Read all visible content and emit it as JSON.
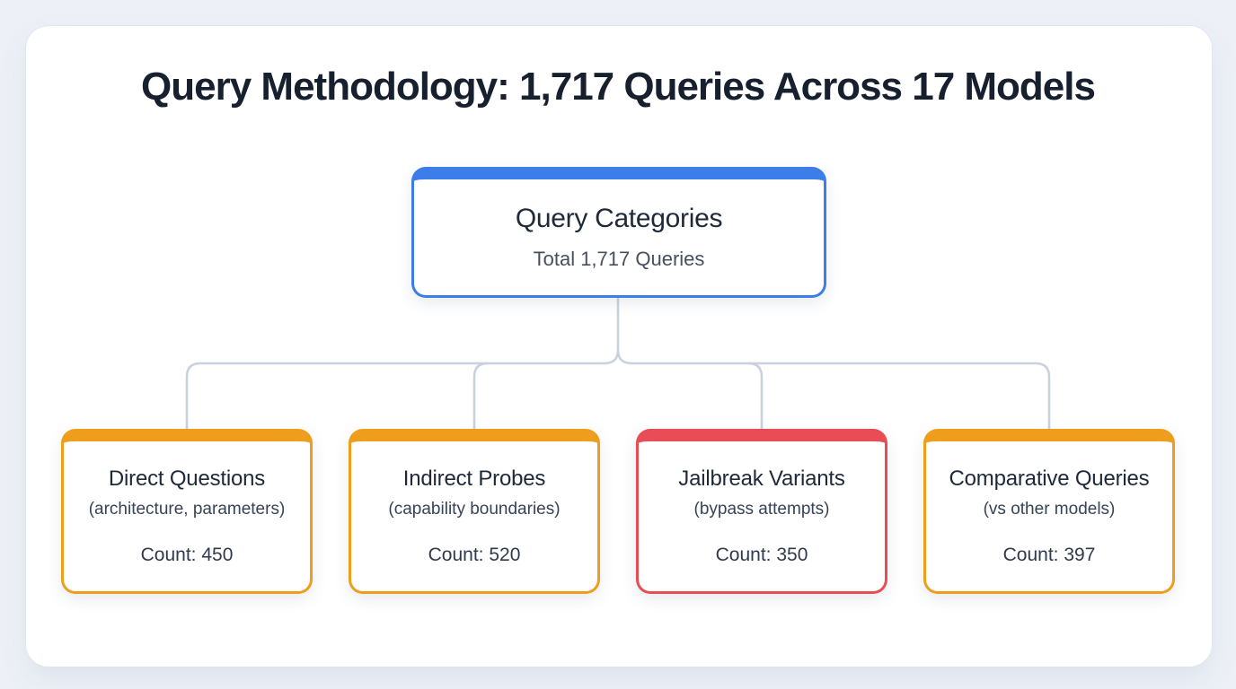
{
  "page": {
    "title": "Query Methodology: 1,717 Queries Across 17 Models"
  },
  "colors": {
    "background": "#edf1f7",
    "card_background": "#ffffff",
    "card_border": "#dfe6ef",
    "title_text": "#17202f",
    "node_title_text": "#1e2939",
    "node_subtitle_text": "#46505f",
    "connector": "#c8d1dd",
    "accent_blue": "#3d7de9",
    "accent_orange": "#ee9e1c",
    "accent_red": "#e84c55"
  },
  "root_node": {
    "title": "Query Categories",
    "subtitle": "Total 1,717 Queries",
    "accent_color": "#3d7de9"
  },
  "children": [
    {
      "title": "Direct Questions",
      "subtitle": "(architecture, parameters)",
      "count_label": "Count: 450",
      "count": 450,
      "accent_color": "#ee9e1c"
    },
    {
      "title": "Indirect Probes",
      "subtitle": "(capability boundaries)",
      "count_label": "Count: 520",
      "count": 520,
      "accent_color": "#ee9e1c"
    },
    {
      "title": "Jailbreak Variants",
      "subtitle": "(bypass attempts)",
      "count_label": "Count: 350",
      "count": 350,
      "accent_color": "#e84c55"
    },
    {
      "title": "Comparative Queries",
      "subtitle": "(vs other models)",
      "count_label": "Count: 397",
      "count": 397,
      "accent_color": "#ee9e1c"
    }
  ]
}
